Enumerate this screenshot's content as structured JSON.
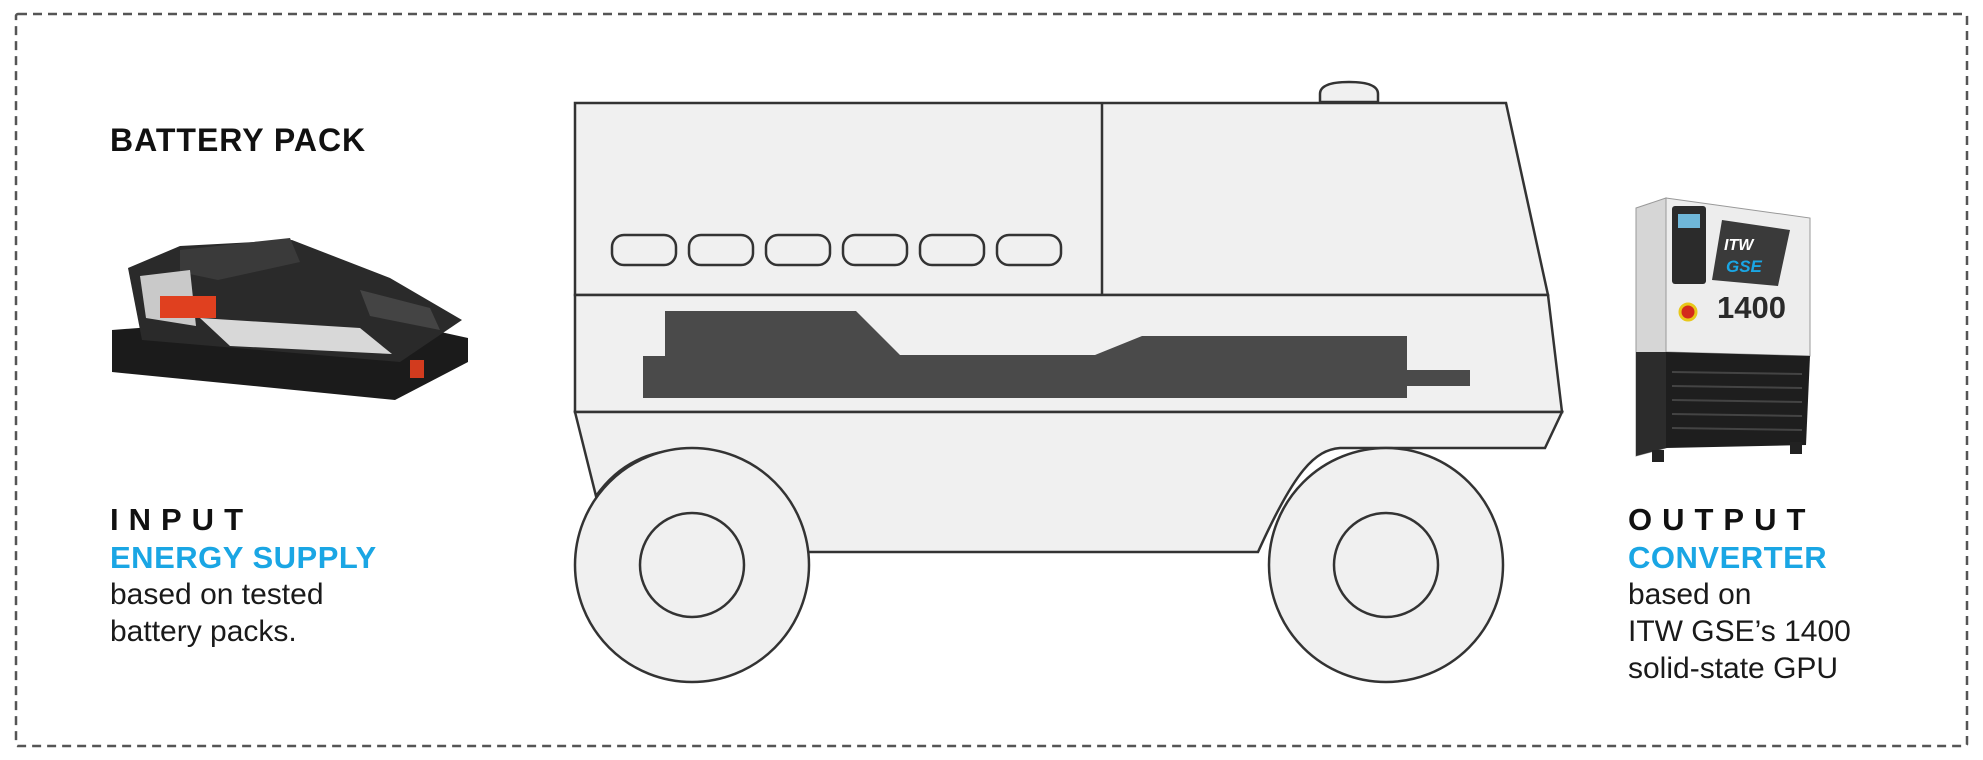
{
  "left_panel": {
    "battery_heading": "BATTERY PACK",
    "input_title": "INPUT",
    "input_subtitle": "ENERGY SUPPLY",
    "input_desc_line1": "based on tested",
    "input_desc_line2": "battery packs."
  },
  "right_panel": {
    "output_title": "OUTPUT",
    "output_subtitle": "CONVERTER",
    "output_desc_line1": "based on",
    "output_desc_line2": "ITW GSE’s 1400",
    "output_desc_line3": "solid-state GPU",
    "gpu_brand_line1": "ITW",
    "gpu_brand_line2": "GSE",
    "gpu_model": "1400"
  },
  "colors": {
    "accent": "#1aa6e4",
    "vehicle_fill": "#f0f0f0",
    "vehicle_stroke": "#333333",
    "battery_block": "#4a4a4a",
    "border_dash": "#555555"
  },
  "icons": {
    "vehicle": "vehicle-outline-icon",
    "battery_pack": "battery-pack-image",
    "gpu_unit": "gpu-unit-image"
  }
}
